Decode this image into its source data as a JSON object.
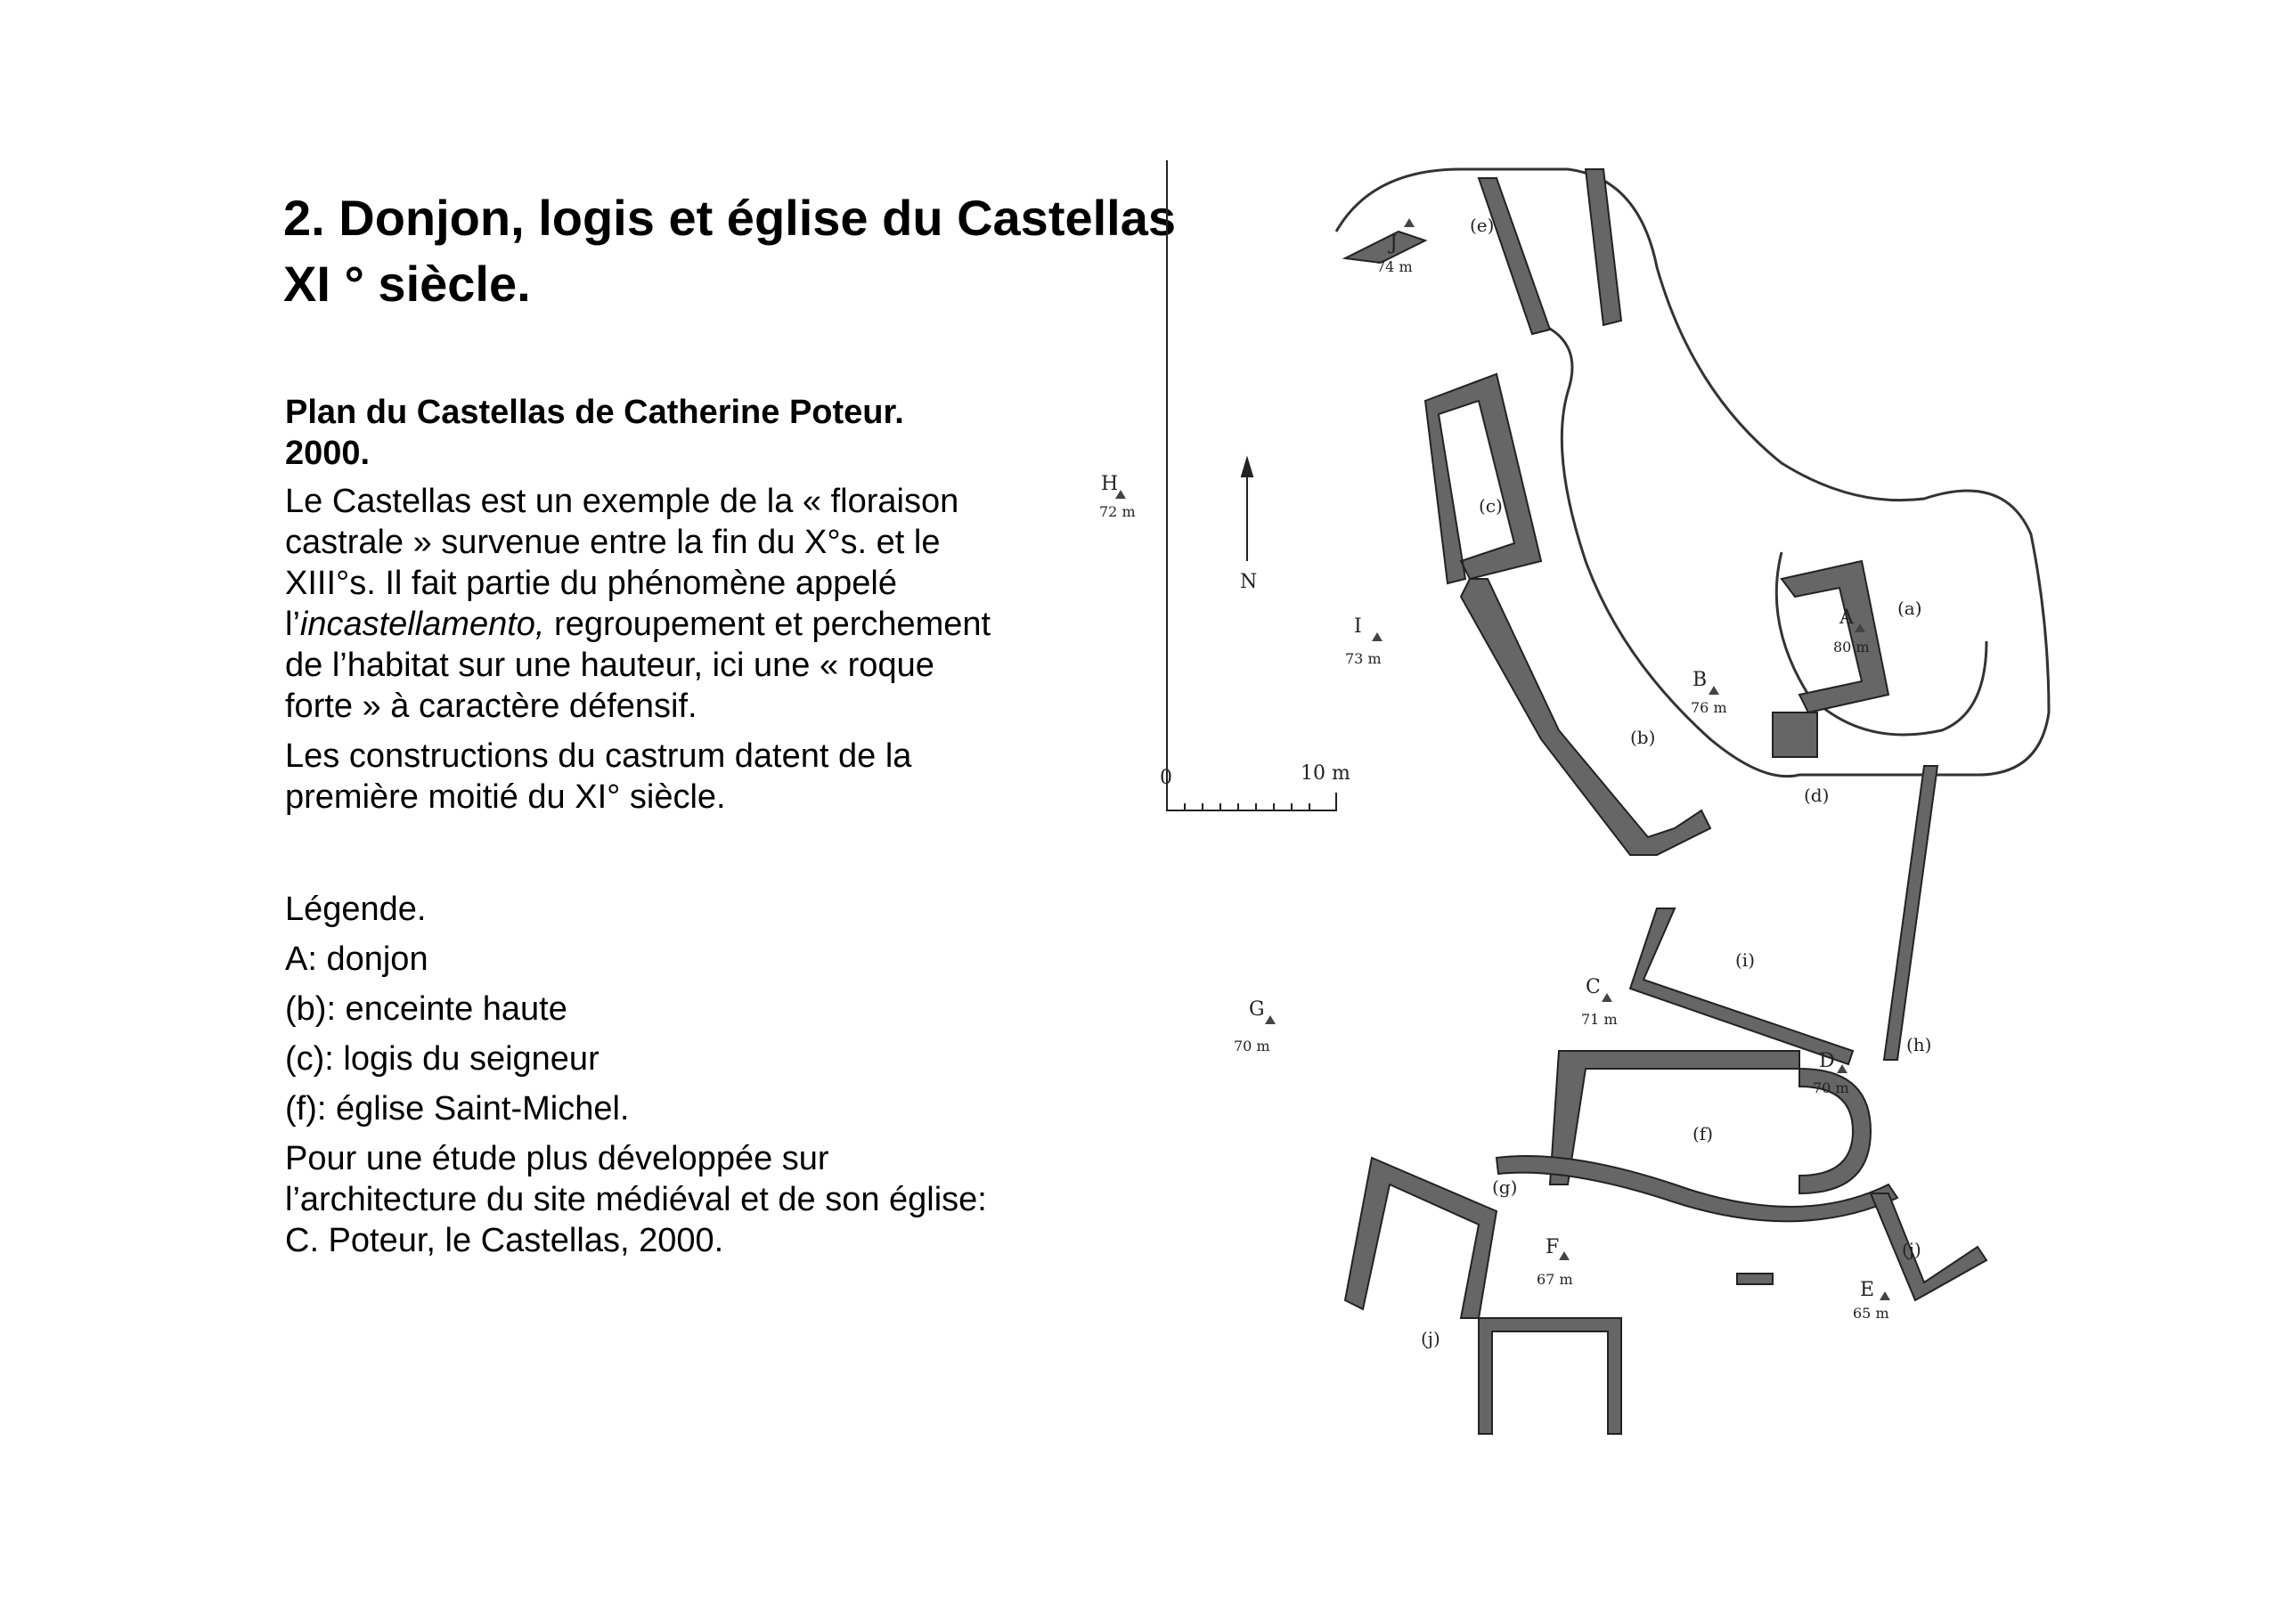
{
  "title": "2. Donjon, logis et église du Castellas XI ° siècle.",
  "subtitle": "Plan du Castellas de Catherine Poteur. 2000.",
  "paragraph1": {
    "before": "Le Castellas est un exemple de la « floraison castrale » survenue entre la fin du X°s. et le XIII°s. Il fait partie du phénomène appelé l’",
    "italic": "incastellamento,",
    "after": " regroupement et perchement de l’habitat sur une hauteur, ici une « roque forte » à caractère défensif."
  },
  "paragraph2": "Les constructions du castrum datent de la première moitié du XI° siècle.",
  "legend": {
    "heading": "Légende.",
    "items": [
      "A: donjon",
      "(b): enceinte haute",
      "(c): logis du seigneur",
      "(f): église Saint-Michel."
    ]
  },
  "note": "Pour une étude plus développée sur l’architecture du site médiéval et de son église:  C. Poteur, le Castellas, 2000.",
  "plan": {
    "north": "N",
    "scale": {
      "start": "0",
      "end": "10 m"
    },
    "points": [
      {
        "id": "J",
        "alt": "74 m"
      },
      {
        "id": "H",
        "alt": "72 m"
      },
      {
        "id": "I",
        "alt": "73 m"
      },
      {
        "id": "A",
        "alt": "80 m"
      },
      {
        "id": "B",
        "alt": "76 m"
      },
      {
        "id": "G",
        "alt": "70 m"
      },
      {
        "id": "C",
        "alt": "71 m"
      },
      {
        "id": "D",
        "alt": "70 m"
      },
      {
        "id": "F",
        "alt": "67 m"
      },
      {
        "id": "E",
        "alt": "65 m"
      }
    ],
    "areas": {
      "a": "(a)",
      "b": "(b)",
      "c": "(c)",
      "d": "(d)",
      "e": "(e)",
      "f": "(f)",
      "g": "(g)",
      "h": "(h)",
      "i": "(i)",
      "j1": "(j)",
      "j2": "(j)"
    }
  }
}
